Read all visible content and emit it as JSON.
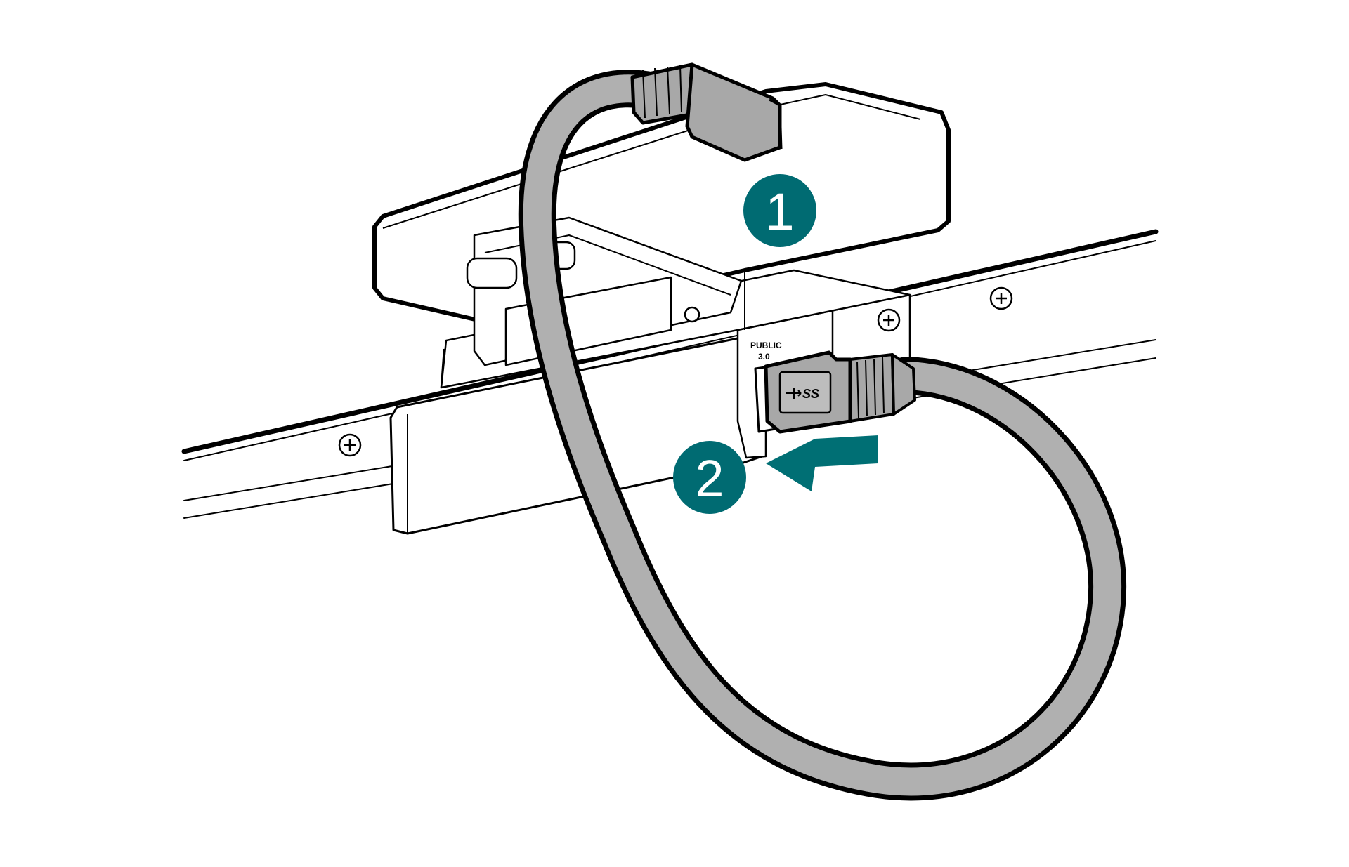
{
  "diagram": {
    "steps": [
      {
        "number": "1"
      },
      {
        "number": "2"
      }
    ],
    "port_label": {
      "line1": "PUBLIC",
      "line2": "3.0"
    },
    "usb_logo_text": "SS",
    "colors": {
      "callout_fill": "#006b72",
      "arrow_fill": "#006f74",
      "cable_gray": "#b0b0b0",
      "connector_gray": "#a8a8a8",
      "outline": "#000000",
      "background": "#ffffff"
    },
    "icons": [
      "usb-superspeed-icon",
      "screw-icon",
      "insertion-arrow-icon"
    ]
  }
}
